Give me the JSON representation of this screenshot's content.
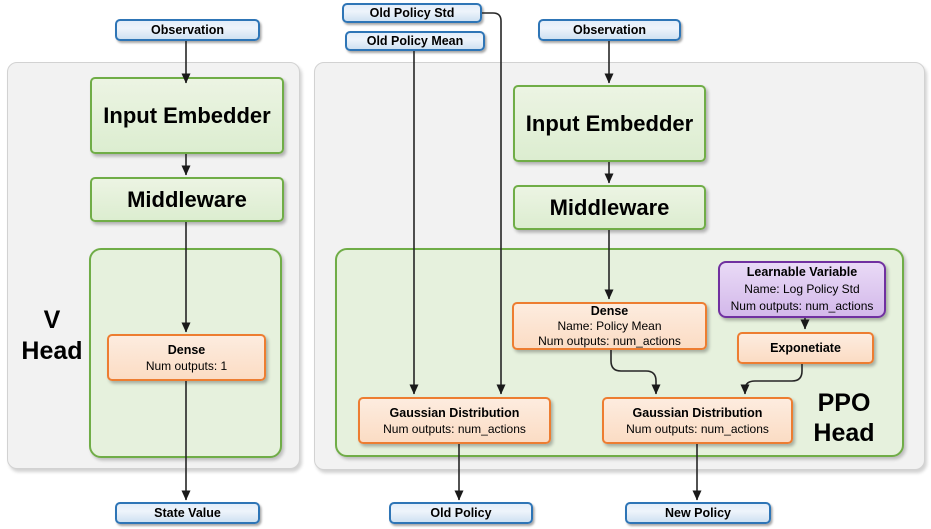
{
  "colors": {
    "blue_border": "#2e75b6",
    "blue_fill": "#dbe9f7",
    "green_border": "#70ad47",
    "green_fill": "#e2efd9",
    "orange_border": "#ed7d31",
    "orange_fill": "#fce4d6",
    "purple_border": "#7030a0",
    "purple_fill": "#dcc6ef",
    "panel_fill": "#f2f2f2",
    "wire": "#262626"
  },
  "v_head": {
    "label_lines": [
      "V",
      "Head"
    ],
    "observation_label": "Observation",
    "input_embedder_label": "Input Embedder",
    "middleware_label": "Middleware",
    "dense": {
      "title": "Dense",
      "line1": "Num outputs: 1"
    },
    "state_value_label": "State Value"
  },
  "ppo_head": {
    "label_lines": [
      "PPO",
      "Head"
    ],
    "old_policy_std_label": "Old Policy Std",
    "old_policy_mean_label": "Old Policy Mean",
    "observation_label": "Observation",
    "input_embedder_label": "Input Embedder",
    "middleware_label": "Middleware",
    "dense": {
      "title": "Dense",
      "line1": "Name: Policy Mean",
      "line2": "Num outputs: num_actions"
    },
    "learnable_variable": {
      "title": "Learnable Variable",
      "line1": "Name: Log Policy Std",
      "line2": "Num outputs: num_actions"
    },
    "exponetiate_label": "Exponetiate",
    "gaussian_old": {
      "title": "Gaussian Distribution",
      "line1": "Num outputs: num_actions"
    },
    "gaussian_new": {
      "title": "Gaussian Distribution",
      "line1": "Num outputs: num_actions"
    },
    "old_policy_label": "Old Policy",
    "new_policy_label": "New Policy"
  }
}
